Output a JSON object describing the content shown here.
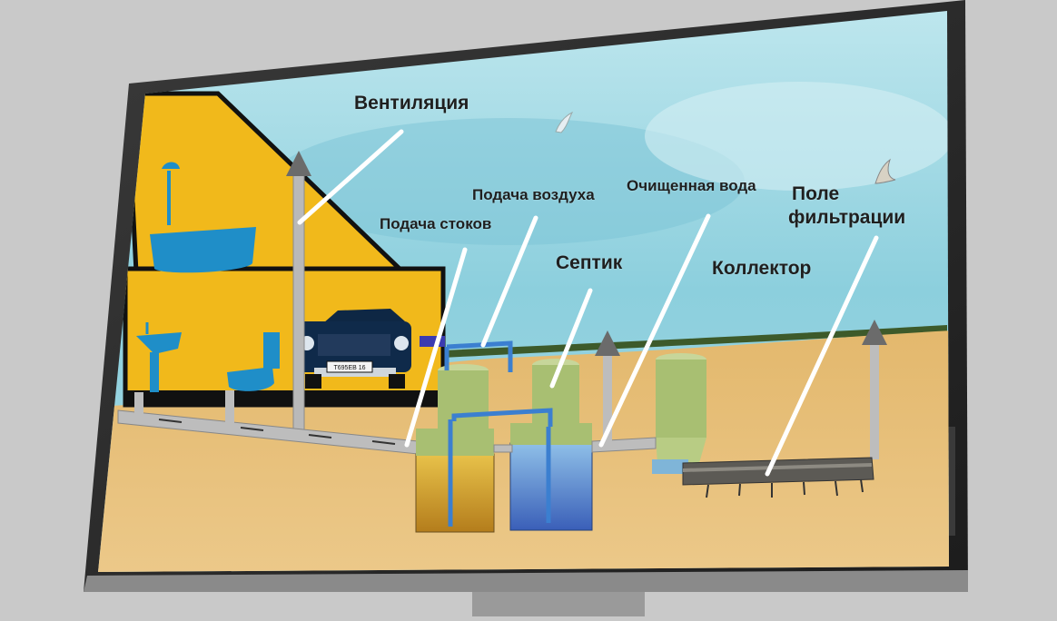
{
  "labels": {
    "ventilation": "Вентиляция",
    "sewage_supply": "Подача стоков",
    "air_supply": "Подача воздуха",
    "septic": "Септик",
    "purified_water": "Очищенная вода",
    "collector": "Коллектор",
    "filtration_field_line1": "Поле",
    "filtration_field_line2": "фильтрации"
  },
  "car_plate": "Т695ЕВ 16",
  "colors": {
    "sky": "#9fd6e2",
    "house_wall": "#f1b91b",
    "soil": "#e7c176",
    "tank_lid": "#a8bf72",
    "tank_sludge": "#c99a28",
    "tank_clean": "#4a80c8",
    "air_pipe": "#3b7fd0",
    "sewer_pipe": "#b9b9b9",
    "bezel": "#2a2a2a",
    "arrow": "#6b6b6b",
    "pointer_line": "#ffffff"
  }
}
